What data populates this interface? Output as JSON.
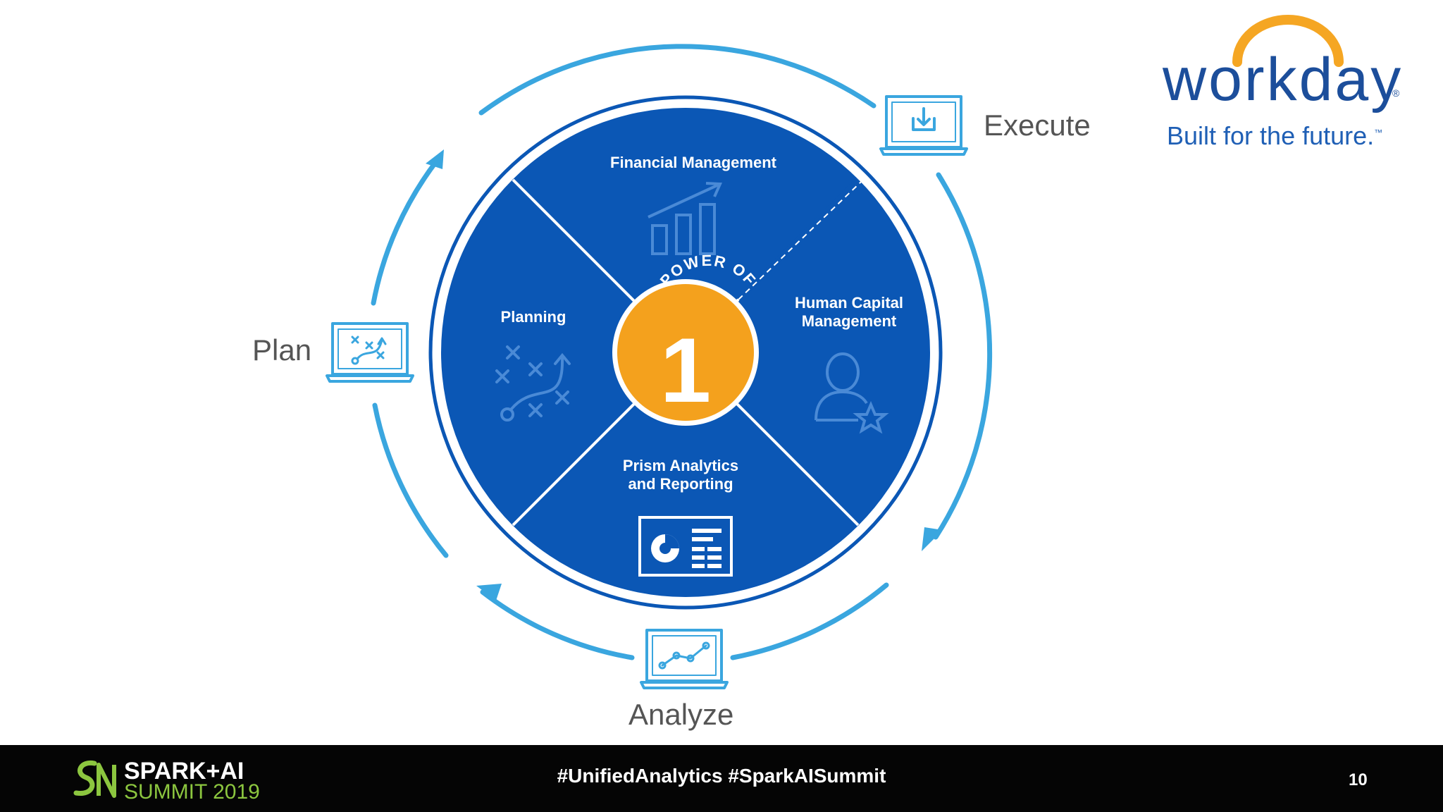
{
  "diagram": {
    "segments": {
      "top": "Financial Management",
      "left": "Planning",
      "right": [
        "Human Capital",
        "Management"
      ],
      "bottom": [
        "Prism Analytics",
        "and Reporting"
      ]
    },
    "center": {
      "arc_text": "POWER OF",
      "number": "1"
    },
    "stages": {
      "execute": "Execute",
      "plan": "Plan",
      "analyze": "Analyze"
    },
    "colors": {
      "disc": "#0b57b5",
      "ring": "#0b57b5",
      "cycle": "#3aa6df",
      "center": "#f4a11d",
      "icon_faint": "#4a8ad6"
    },
    "icons": {
      "financial": "bar-chart-trend-icon",
      "planning": "play-diagram-icon",
      "hcm": "user-star-icon",
      "prism": "pie-report-icon",
      "execute": "laptop-download-icon",
      "plan": "laptop-strategy-icon",
      "analyze": "laptop-line-chart-icon"
    }
  },
  "logo": {
    "wordmark": "workday",
    "registered": "®",
    "tagline": "Built for the future.",
    "tagline_mark": "™",
    "arc_color": "#f5a623",
    "text_color": "#1c4e9b"
  },
  "footer": {
    "event_title": "SPARK+AI",
    "event_subtitle": "SUMMIT 2019",
    "hashtags": "#UnifiedAnalytics #SparkAISummit",
    "page_number": "10",
    "accent": "#8cc63f"
  }
}
